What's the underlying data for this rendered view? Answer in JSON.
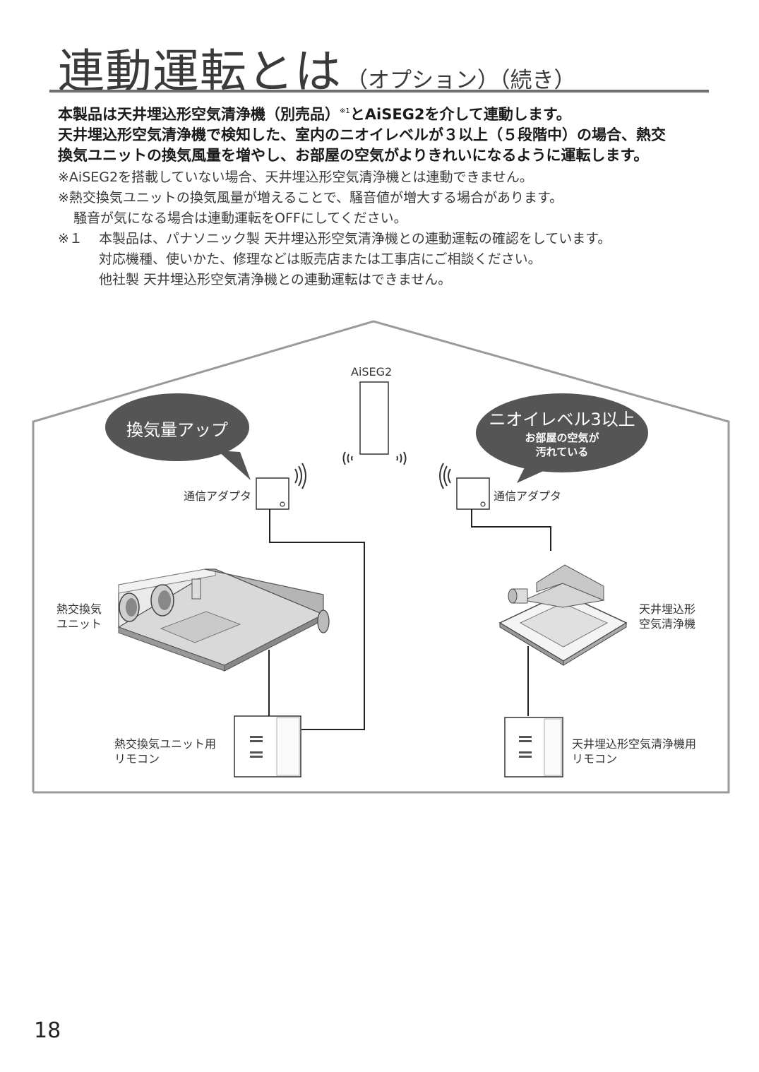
{
  "header": {
    "title": "連動運転とは",
    "subtitle": "（オプション）（続き）"
  },
  "intro": {
    "line1_a": "本製品は天井埋込形空気清浄機（別売品）",
    "line1_sup": "※1",
    "line1_b": "とAiSEG2を介して連動します。",
    "line2": "天井埋込形空気清浄機で検知した、室内のニオイレベルが３以上（５段階中）の場合、熱交",
    "line3": "換気ユニットの換気風量を増やし、お部屋の空気がよりきれいになるように運転します。"
  },
  "notes": {
    "n1": "※AiSEG2を搭載していない場合、天井埋込形空気清浄機とは連動できません。",
    "n2": "※熱交換気ユニットの換気風量が増えることで、騒音値が増大する場合があります。",
    "n2b": "騒音が気になる場合は連動運転をOFFにしてください。",
    "n3_mark": "※１",
    "n3a": "本製品は、パナソニック製 天井埋込形空気清浄機との連動運転の確認をしています。",
    "n3b": "対応機種、使いかた、修理などは販売店または工事店にご相談ください。",
    "n3c": "他社製 天井埋込形空気清浄機との連動運転はできません。"
  },
  "diagram": {
    "aiseg_label": "AiSEG2",
    "bubble_left": "換気量アップ",
    "bubble_right_title": "ニオイレベル3以上",
    "bubble_right_line1": "お部屋の空気が",
    "bubble_right_line2": "汚れている",
    "adapter_left_label": "通信アダプタ",
    "adapter_right_label": "通信アダプタ",
    "erv_label_1": "熱交換気",
    "erv_label_2": "ユニット",
    "purifier_label_1": "天井埋込形",
    "purifier_label_2": "空気清浄機",
    "remote_left_label_1": "熱交換気ユニット用",
    "remote_left_label_2": "リモコン",
    "remote_right_label_1": "天井埋込形空気清浄機用",
    "remote_right_label_2": "リモコン"
  },
  "footer": {
    "page_number": "18"
  },
  "colors": {
    "bubble": "#555555",
    "house_outline": "#9a9a9a",
    "rule": "#6e6e6e"
  }
}
